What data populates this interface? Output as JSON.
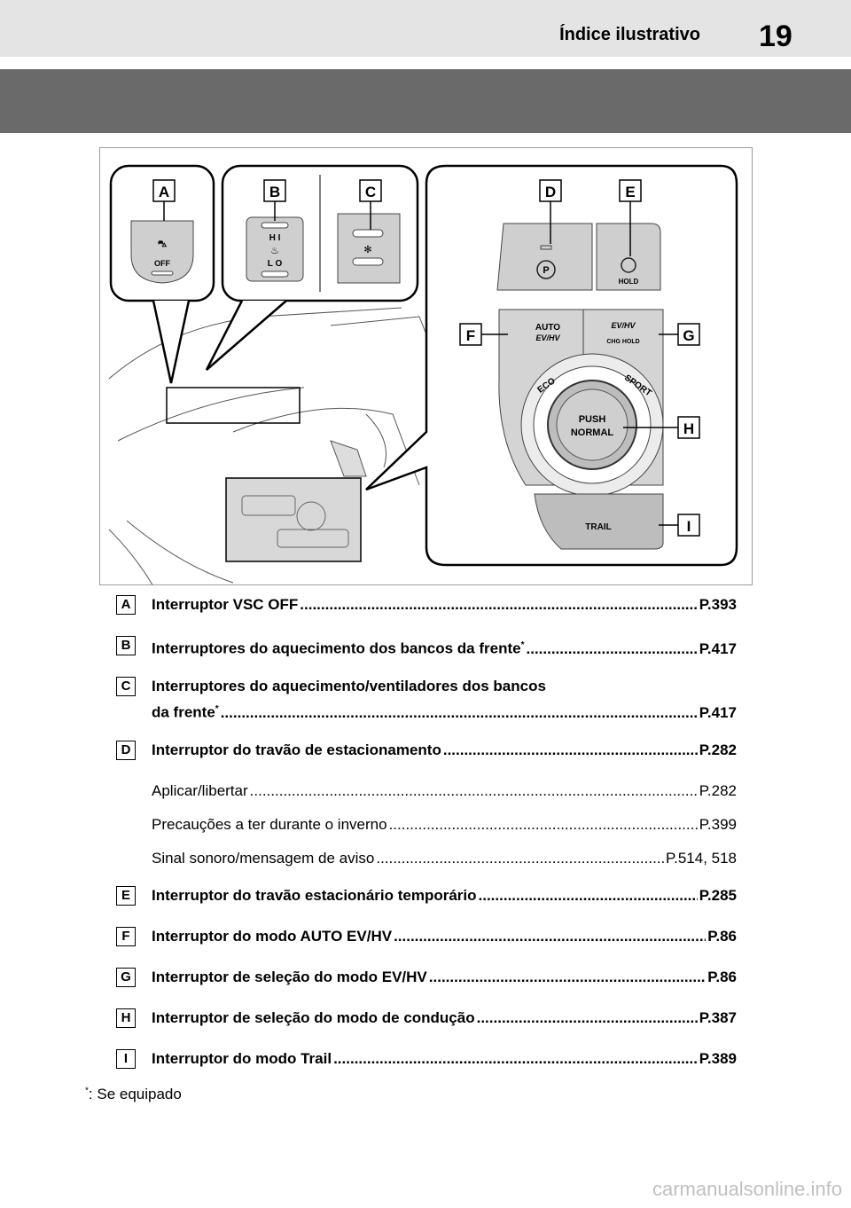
{
  "header": {
    "title": "Índice ilustrativo",
    "page_number": "19"
  },
  "figure": {
    "callouts": [
      "A",
      "B",
      "C",
      "D",
      "E",
      "F",
      "G",
      "H",
      "I"
    ],
    "switch_text": {
      "vsc_off": "OFF",
      "heater_hi": "H I",
      "heater_lo": "L O",
      "auto": "AUTO",
      "ev_hv": "EV/HV",
      "chg_hold": "CHG HOLD",
      "hold": "HOLD",
      "parking": "P",
      "eco": "ECO",
      "sport": "SPORT",
      "push": "PUSH",
      "normal": "NORMAL",
      "trail": "TRAIL"
    }
  },
  "items": [
    {
      "badge": "A",
      "label": "Interruptor VSC OFF",
      "ref": "P.393",
      "bold": true
    },
    {
      "badge": "B",
      "label": "Interruptores do aquecimento dos bancos da frente",
      "sup": "*",
      "ref": "P.417",
      "bold": true
    },
    {
      "badge": "C",
      "label": "Interruptores do aquecimento/ventiladores dos bancos",
      "label2": "da frente",
      "sup": "*",
      "ref": "P.417",
      "bold": true
    },
    {
      "badge": "D",
      "label": "Interruptor do travão de estacionamento",
      "ref": "P.282",
      "bold": true
    },
    {
      "label": "Aplicar/libertar",
      "ref": "P.282",
      "sub": true
    },
    {
      "label": "Precauções a ter durante o inverno",
      "ref": "P.399",
      "sub": true
    },
    {
      "label": "Sinal sonoro/mensagem de aviso",
      "ref": "P.514, 518",
      "sub": true
    },
    {
      "badge": "E",
      "label": "Interruptor do travão estacionário temporário",
      "ref": "P.285",
      "bold": true
    },
    {
      "badge": "F",
      "label": "Interruptor do modo AUTO EV/HV",
      "ref": "P.86",
      "bold": true
    },
    {
      "badge": "G",
      "label": "Interruptor de seleção do modo EV/HV",
      "ref": "P.86",
      "bold": true
    },
    {
      "badge": "H",
      "label": "Interruptor de seleção do modo de condução",
      "ref": "P.387",
      "bold": true
    },
    {
      "badge": "I",
      "label": "Interruptor do modo Trail",
      "ref": "P.389",
      "bold": true
    }
  ],
  "footnote": {
    "mark": "*",
    "text": ": Se equipado"
  },
  "watermark": "carmanualsonline.info"
}
